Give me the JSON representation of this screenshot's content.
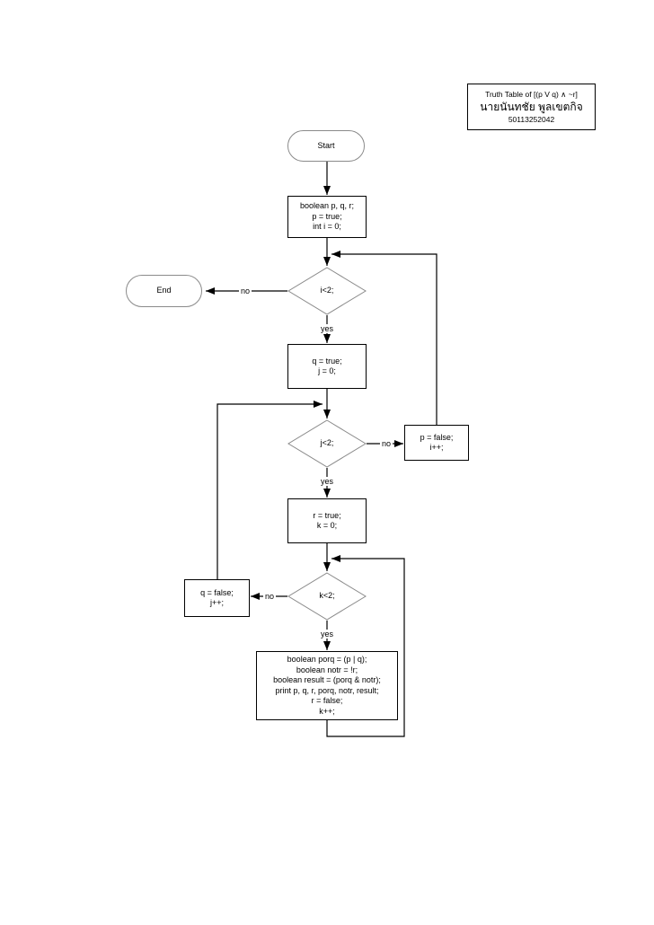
{
  "header": {
    "title": "Truth Table of [(p V q) ∧ ~r]",
    "author": "นายนันทชัย พูลเขตกิจ",
    "student_id": "50113252042"
  },
  "labels": {
    "yes": "yes",
    "no": "no"
  },
  "nodes": {
    "start": {
      "label": "Start"
    },
    "end": {
      "label": "End"
    },
    "init": {
      "lines": [
        "boolean p, q, r;",
        "p = true;",
        "int i = 0;"
      ]
    },
    "cond_i": {
      "label": "i<2;"
    },
    "set_q": {
      "lines": [
        "q = true;",
        "j = 0;"
      ]
    },
    "cond_j": {
      "label": "j<2;"
    },
    "p_false": {
      "lines": [
        "p = false;",
        "i++;"
      ]
    },
    "set_r": {
      "lines": [
        "r = true;",
        "k = 0;"
      ]
    },
    "cond_k": {
      "label": "k<2;"
    },
    "q_false": {
      "lines": [
        "q = false;",
        "j++;"
      ]
    },
    "body": {
      "lines": [
        "boolean porq = (p | q);",
        "boolean notr = !r;",
        "boolean result = (porq & notr);",
        "print p, q, r, porq, notr, result;",
        "r = false;",
        "k++;"
      ]
    }
  },
  "colors": {
    "background": "#ffffff",
    "connector": "#000000",
    "box_border": "#000000",
    "shape_border": "#8a8a8a",
    "text": "#000000"
  }
}
